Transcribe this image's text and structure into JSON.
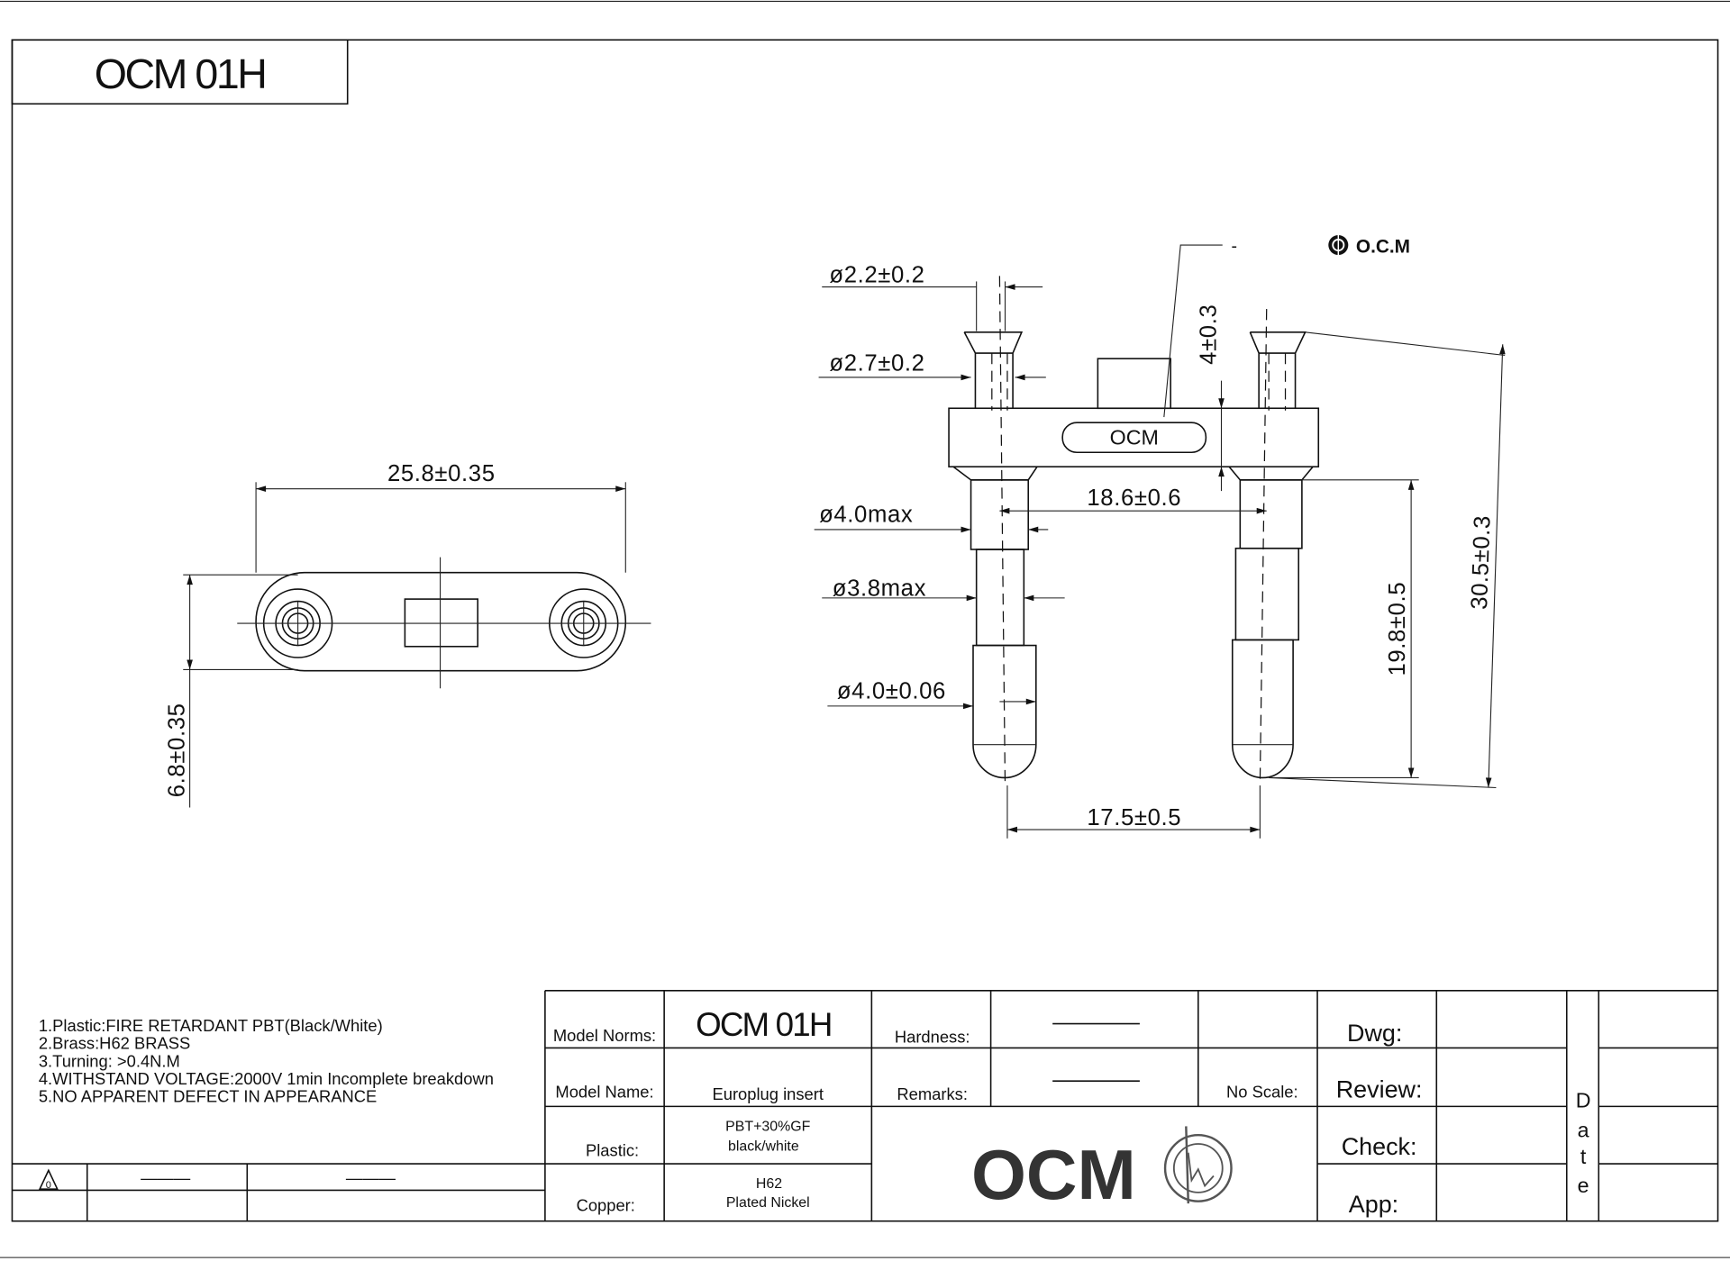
{
  "title": "OCM 01H",
  "top_view": {
    "length_dim": "25.8±0.35",
    "width_dim": "6.8±0.35"
  },
  "front_view": {
    "slot_mark": "OCM",
    "logo_text": "O.C.M",
    "leader_dash": "-",
    "dims": {
      "d_tip": "ø2.2±0.2",
      "d_funnel": "ø2.7±0.2",
      "d_collar": "ø4.0max",
      "d_shank": "ø3.8max",
      "d_pin": "ø4.0±0.06",
      "body_height": "4±0.3",
      "inner_spacing": "18.6±0.6",
      "pin_spacing": "17.5±0.5",
      "pin_length": "19.8±0.5",
      "total_length": "30.5±0.3"
    }
  },
  "notes": [
    "1.Plastic:FIRE RETARDANT PBT(Black/White)",
    "2.Brass:H62 BRASS",
    "3.Turning: >0.4N.M",
    "4.WITHSTAND VOLTAGE:2000V 1min Incomplete breakdown",
    "5.NO APPARENT DEFECT IN APPEARANCE"
  ],
  "revision": {
    "dash1": "———",
    "dash2": "———"
  },
  "title_block": {
    "model_norms_label": "Model Norms:",
    "model_norms_value": "OCM 01H",
    "model_name_label": "Model Name:",
    "model_name_value": "Europlug insert",
    "plastic_label": "Plastic:",
    "plastic_value_1": "PBT+30%GF",
    "plastic_value_2": "black/white",
    "copper_label": "Copper:",
    "copper_value_1": "H62",
    "copper_value_2": "Plated Nickel",
    "hardness_label": "Hardness:",
    "remarks_label": "Remarks:",
    "scale_label": "No Scale:",
    "dwg_label": "Dwg:",
    "review_label": "Review:",
    "check_label": "Check:",
    "app_label": "App:",
    "date_label": [
      "D",
      "a",
      "t",
      "e"
    ],
    "logo_text": "OCM"
  }
}
